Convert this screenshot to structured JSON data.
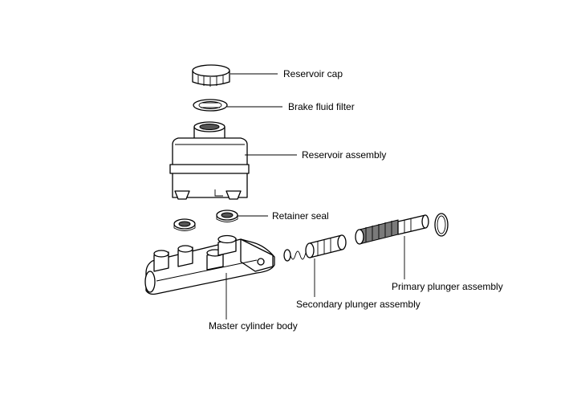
{
  "labels": {
    "reservoir_cap": "Reservoir cap",
    "brake_fluid_filter": "Brake fluid filter",
    "reservoir_assembly": "Reservoir assembly",
    "retainer_seal": "Retainer seal",
    "primary_plunger_assembly": "Primary plunger assembly",
    "secondary_plunger_assembly": "Secondary plunger assembly",
    "master_cylinder_body": "Master cylinder body"
  }
}
